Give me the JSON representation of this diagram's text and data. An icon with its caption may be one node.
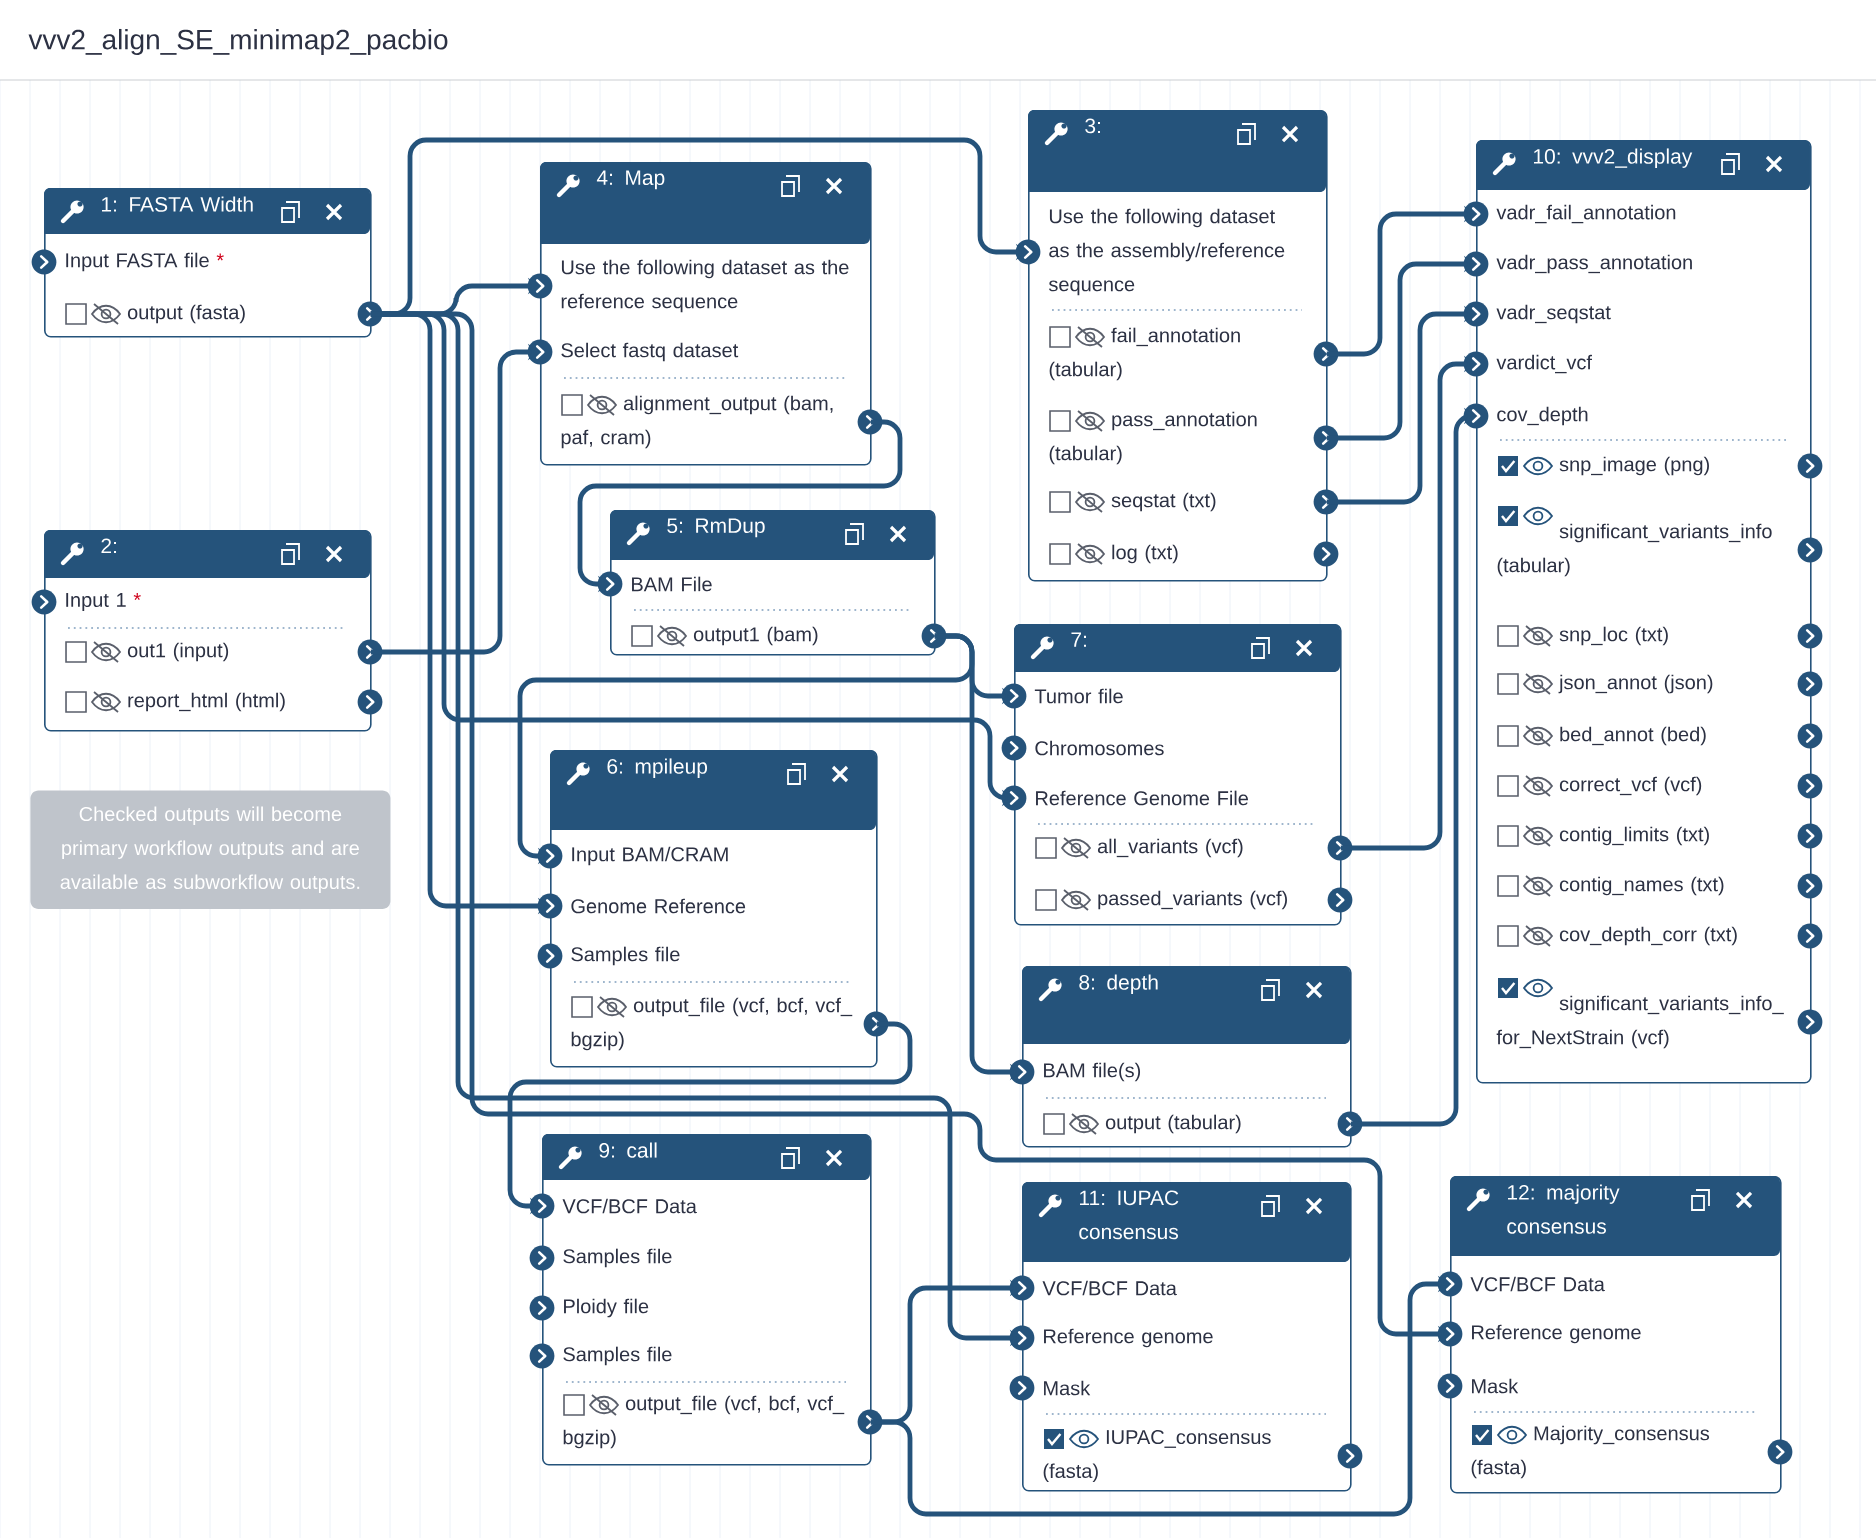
{
  "diagram": {
    "title": "vvv2_align_SE_minimap2_pacbio",
    "nodes": [
      {
        "text": [
          "1: FASTA Width"
        ]
      },
      {
        "text": [
          "Input FASTA file",
          "*"
        ],
        "in": 0
      },
      {
        "text": [
          "output (fasta)"
        ],
        "in": 0
      },
      {
        "text": [
          "2:"
        ]
      },
      {
        "text": [
          "Input 1",
          "*"
        ],
        "in": 3
      },
      {
        "text": [
          "out1 (input)"
        ],
        "in": 3
      },
      {
        "text": [
          "report_html (html)"
        ],
        "in": 3
      },
      {
        "text": [
          "3:"
        ]
      },
      {
        "text": [
          "Use the following dataset as the assembly/reference sequence"
        ],
        "in": 7
      },
      {
        "text": [
          "fail_annotation (tabular)"
        ],
        "in": 7
      },
      {
        "text": [
          "pass_annotation (tabular)"
        ],
        "in": 7
      },
      {
        "text": [
          "seqstat (txt)"
        ],
        "in": 7
      },
      {
        "text": [
          "log (txt)"
        ],
        "in": 7
      },
      {
        "text": [
          "4: Map"
        ]
      },
      {
        "text": [
          "Use the following dataset as the reference sequence"
        ],
        "in": 13
      },
      {
        "text": [
          "Select fastq dataset"
        ],
        "in": 13
      },
      {
        "text": [
          "alignment_output (bam, paf, cram)"
        ],
        "in": 13
      },
      {
        "text": [
          "5: RmDup"
        ]
      },
      {
        "text": [
          "BAM File"
        ],
        "in": 17
      },
      {
        "text": [
          "output1 (bam)"
        ],
        "in": 17
      },
      {
        "text": [
          "6: mpileup"
        ]
      },
      {
        "text": [
          "Input BAM/CRAM"
        ],
        "in": 20
      },
      {
        "text": [
          "Genome Reference"
        ],
        "in": 20
      },
      {
        "text": [
          "Samples file"
        ],
        "in": 20
      },
      {
        "text": [
          "output_file (vcf, bcf, vcf_bgzip)"
        ],
        "in": 20
      },
      {
        "text": [
          "7:"
        ]
      },
      {
        "text": [
          "Tumor file"
        ],
        "in": 25
      },
      {
        "text": [
          "Chromosomes"
        ],
        "in": 25
      },
      {
        "text": [
          "Reference Genome File"
        ],
        "in": 25
      },
      {
        "text": [
          "all_variants (vcf)"
        ],
        "in": 25
      },
      {
        "text": [
          "passed_variants (vcf)"
        ],
        "in": 25
      },
      {
        "text": [
          "8: depth"
        ]
      },
      {
        "text": [
          "BAM file(s)"
        ],
        "in": 31
      },
      {
        "text": [
          "output (tabular)"
        ],
        "in": 31
      },
      {
        "text": [
          "9: call"
        ]
      },
      {
        "text": [
          "VCF/BCF Data"
        ],
        "in": 34
      },
      {
        "text": [
          "Samples file"
        ],
        "in": 34
      },
      {
        "text": [
          "Ploidy file"
        ],
        "in": 34
      },
      {
        "text": [
          "Samples file"
        ],
        "in": 34
      },
      {
        "text": [
          "output_file (vcf, bcf, vcf_bgzip)"
        ],
        "in": 34
      },
      {
        "text": [
          "10: vvv2_display"
        ]
      },
      {
        "text": [
          "vadr_fail_annotation"
        ],
        "in": 40
      },
      {
        "text": [
          "vadr_pass_annotation"
        ],
        "in": 40
      },
      {
        "text": [
          "vadr_seqstat"
        ],
        "in": 40
      },
      {
        "text": [
          "vardict_vcf"
        ],
        "in": 40
      },
      {
        "text": [
          "cov_depth"
        ],
        "in": 40
      },
      {
        "text": [
          "snp_image (png)"
        ],
        "in": 40
      },
      {
        "text": [
          "significant_variants_info (tabular)"
        ],
        "in": 40
      },
      {
        "text": [
          "snp_loc (txt)"
        ],
        "in": 40
      },
      {
        "text": [
          "json_annot (json)"
        ],
        "in": 40
      },
      {
        "text": [
          "bed_annot (bed)"
        ],
        "in": 40
      },
      {
        "text": [
          "correct_vcf (vcf)"
        ],
        "in": 40
      },
      {
        "text": [
          "contig_limits (txt)"
        ],
        "in": 40
      },
      {
        "text": [
          "contig_names (txt)"
        ],
        "in": 40
      },
      {
        "text": [
          "cov_depth_corr (txt)"
        ],
        "in": 40
      },
      {
        "text": [
          "significant_variants_info_for_NextStrain (vcf)"
        ],
        "in": 40
      },
      {
        "text": [
          "11: IUPAC consensus"
        ]
      },
      {
        "text": [
          "VCF/BCF Data"
        ],
        "in": 56
      },
      {
        "text": [
          "Reference genome"
        ],
        "in": 56
      },
      {
        "text": [
          "Mask"
        ],
        "in": 56
      },
      {
        "text": [
          "IUPAC_consensus (fasta)"
        ],
        "in": 56
      },
      {
        "text": [
          "12: majority consensus"
        ]
      },
      {
        "text": [
          "VCF/BCF Data"
        ],
        "in": 61
      },
      {
        "text": [
          "Reference genome"
        ],
        "in": 61
      },
      {
        "text": [
          "Mask"
        ],
        "in": 61
      },
      {
        "text": [
          "Majority_consensus (fasta)"
        ],
        "in": 61
      },
      {
        "text": [
          "Checked outputs will become primary workflow outputs and are available as subworkflow outputs."
        ]
      }
    ],
    "edges": [
      {
        "from": 2,
        "to": 14,
        "arrow": "to"
      },
      {
        "from": 2,
        "to": 8,
        "arrow": "to"
      },
      {
        "from": 2,
        "to": 22,
        "arrow": "to"
      },
      {
        "from": 2,
        "to": 28,
        "arrow": "to"
      },
      {
        "from": 2,
        "to": 58,
        "arrow": "to"
      },
      {
        "from": 2,
        "to": 63,
        "arrow": "to"
      },
      {
        "from": 5,
        "to": 15,
        "arrow": "to"
      },
      {
        "from": 16,
        "to": 18,
        "arrow": "to"
      },
      {
        "from": 19,
        "to": 26,
        "arrow": "to"
      },
      {
        "from": 19,
        "to": 32,
        "arrow": "to"
      },
      {
        "from": 19,
        "to": 21,
        "arrow": "to"
      },
      {
        "from": 24,
        "to": 35,
        "arrow": "to"
      },
      {
        "from": 39,
        "to": 57,
        "arrow": "to"
      },
      {
        "from": 39,
        "to": 62,
        "arrow": "to"
      },
      {
        "from": 9,
        "to": 41,
        "arrow": "to"
      },
      {
        "from": 10,
        "to": 42,
        "arrow": "to"
      },
      {
        "from": 11,
        "to": 43,
        "arrow": "to"
      },
      {
        "from": 29,
        "to": 44,
        "arrow": "to"
      },
      {
        "from": 33,
        "to": 45,
        "arrow": "to"
      }
    ]
  }
}
